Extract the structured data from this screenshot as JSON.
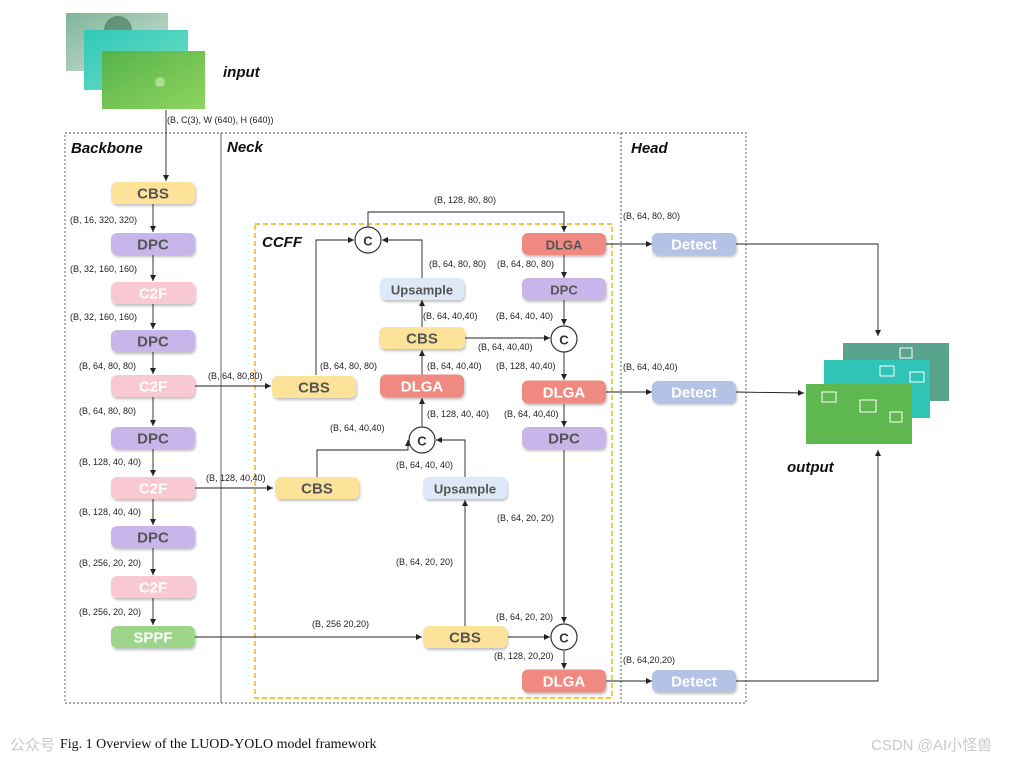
{
  "sections": {
    "backbone": "Backbone",
    "neck": "Neck",
    "head": "Head",
    "ccff": "CCFF"
  },
  "input_label": "input",
  "output_label": "output",
  "input_dims": "(B, C(3), W (640), H (640))",
  "backbone_nodes": [
    "CBS",
    "DPC",
    "C2F",
    "DPC",
    "C2F",
    "DPC",
    "C2F",
    "DPC",
    "C2F",
    "SPPF"
  ],
  "backbone_dims": [
    "(B, 16, 320, 320)",
    "(B, 32, 160, 160)",
    "(B, 32, 160, 160)",
    "(B, 64, 80, 80)",
    "(B, 64, 80, 80)",
    "(B, 128, 40, 40)",
    "(B, 128, 40, 40)",
    "(B, 256, 20, 20)",
    "(B, 256, 20, 20)"
  ],
  "neck_nodes": {
    "cbs_top": "CBS",
    "cbs_mid": "CBS",
    "cbs_inner": "CBS",
    "cbs_bottom": "CBS",
    "dlga_inner": "DLGA",
    "ups_top": "Upsample",
    "ups_bottom": "Upsample",
    "dlga_top": "DLGA",
    "dpc_top": "DPC",
    "dlga_mid": "DLGA",
    "dpc_mid": "DPC",
    "dlga_bottom": "DLGA",
    "concat": "C"
  },
  "neck_dims": {
    "c2f1_out": "(B, 64, 80,80)",
    "c2f2_out": "(B, 128, 40,40)",
    "sppf_out": "(B, 256 20,20)",
    "top_loop": "(B, 128, 80, 80)",
    "ups1": "(B, 64, 80, 80)",
    "dlga_top_out": "(B, 64, 80, 80)",
    "cbs_inner_out": "(B, 64, 40,40)",
    "dpc_top_out": "(B, 64, 40, 40)",
    "cbs_inner_right": "(B, 64, 40,40)",
    "cbs_top_up": "(B, 64, 80, 80)",
    "dlga_inner_out": "(B, 64, 40,40)",
    "concat_mid_out": "(B, 128, 40,40)",
    "cbs_mid_up": "(B, 64, 40,40)",
    "concat_left_in": "(B, 128, 40, 40)",
    "dlga_mid_out": "(B, 64, 40,40)",
    "concat_inner_out": "(B, 64, 40, 40)",
    "dpc_mid_out": "(B, 64, 20, 20)",
    "ups2_in": "(B, 64, 20, 20)",
    "concat_bot_in": "(B, 64, 20, 20)",
    "concat_bot_out": "(B, 128, 20,20)"
  },
  "head": {
    "detect_label": "Detect",
    "dims": [
      "(B, 64, 80, 80)",
      "(B, 64, 40,40)",
      "(B, 64,20,20)"
    ]
  },
  "caption": "Fig. 1 Overview of the LUOD-YOLO model framework",
  "watermark_left": "公众号",
  "watermark_right": "CSDN @AI小怪兽",
  "colors": {
    "cbs": "#fde39a",
    "dpc": "#c8b6ea",
    "c2f": "#f8c9d3",
    "sppf": "#9dd68a",
    "dlga": "#f08a80",
    "upsample": "#dde9f7",
    "detect": "#b4c2e6",
    "ccff_border": "#f0b400",
    "ccff_title": "#f0b400"
  }
}
